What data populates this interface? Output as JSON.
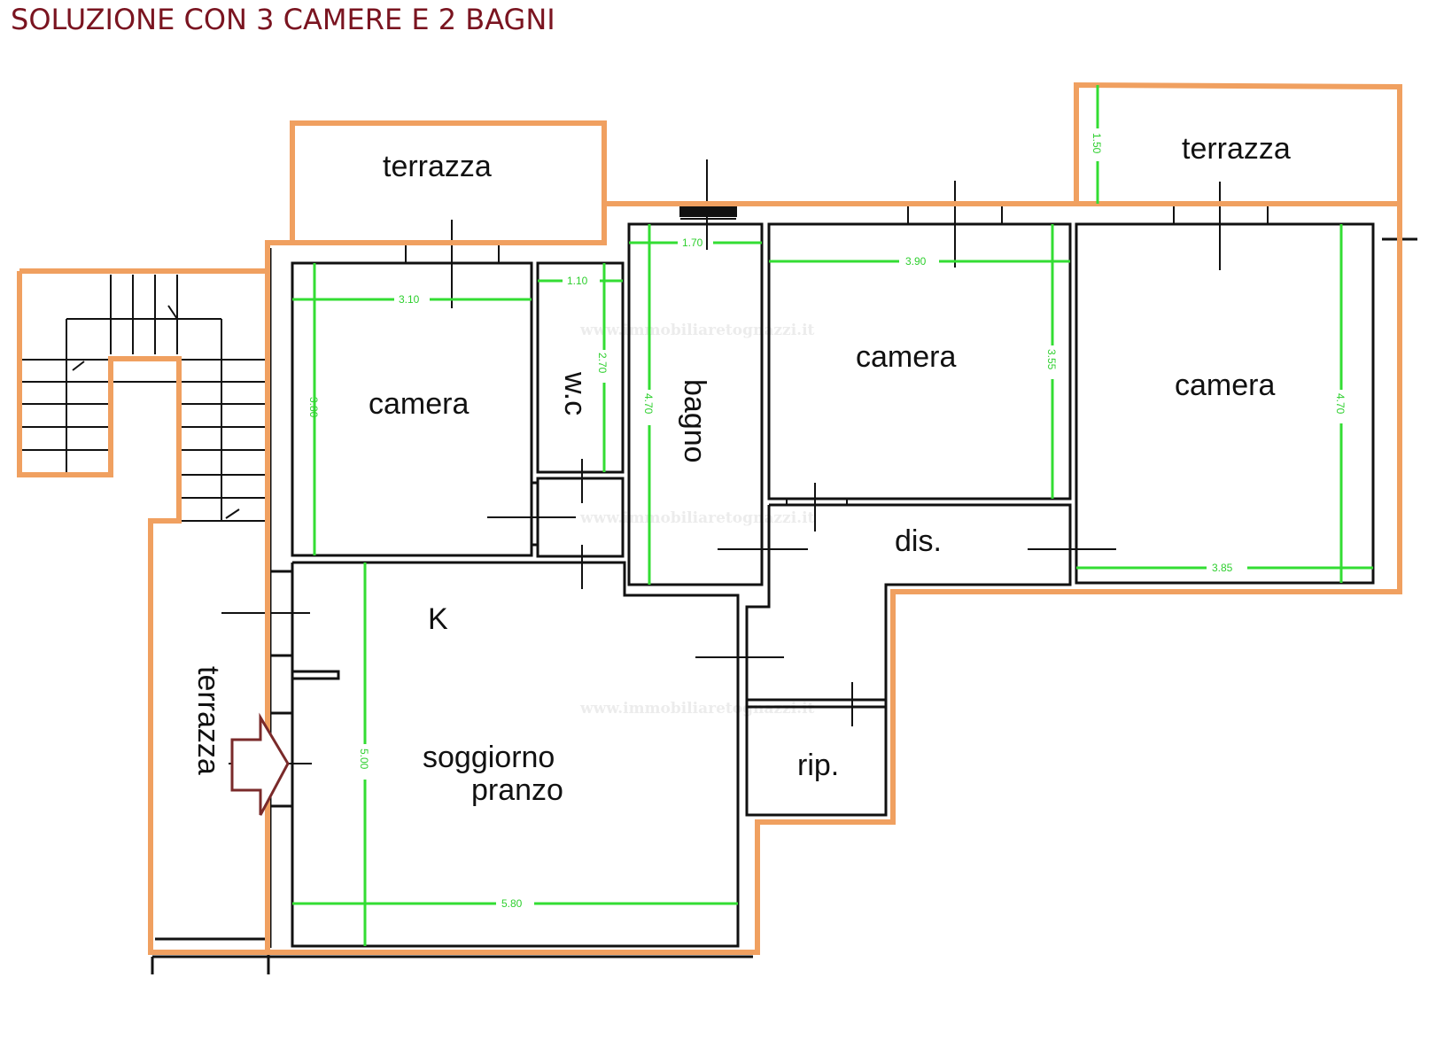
{
  "title": "SOLUZIONE CON 3 CAMERE E 2 BAGNI",
  "watermark": "www.immobiliaretognazzi.it",
  "colors": {
    "title": "#7a1420",
    "outline": "#f0a060",
    "dimensions": "#33dd33",
    "walls": "#111111",
    "entrance_arrow": "#7a2a2a"
  },
  "rooms": {
    "terrazza_top_left": "terrazza",
    "terrazza_top_right": "terrazza",
    "terrazza_left": "terrazza",
    "camera_1": "camera",
    "camera_2": "camera",
    "camera_3": "camera",
    "wc": "w.c",
    "bagno": "bagno",
    "dis": "dis.",
    "kitchen": "K",
    "soggiorno": "soggiorno",
    "pranzo": "pranzo",
    "rip": "rip."
  },
  "dimensions": {
    "camera_1_w": "3.10",
    "camera_1_h": "3.80",
    "wc_w": "1.10",
    "wc_h": "2.70",
    "bagno_w": "1.70",
    "bagno_h": "4.70",
    "camera_2_w": "3.90",
    "camera_2_h": "3.55",
    "camera_3_w": "3.85",
    "camera_3_h": "4.70",
    "terrazza_right_h": "1.50",
    "soggiorno_w": "5.80",
    "soggiorno_h": "5.00"
  }
}
